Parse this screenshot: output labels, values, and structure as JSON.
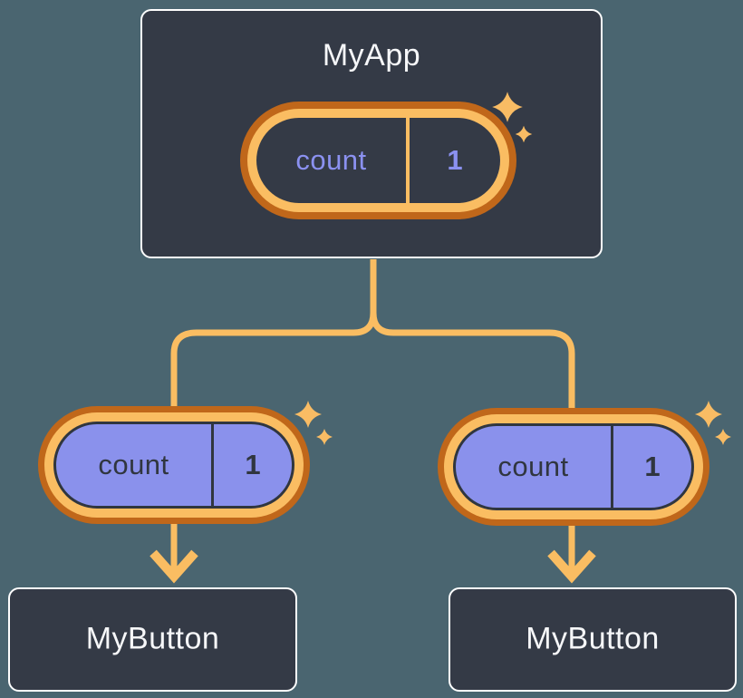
{
  "diagram": {
    "type": "component-tree",
    "root": {
      "title": "MyApp",
      "state": {
        "label": "count",
        "value": "1"
      }
    },
    "children": [
      {
        "title": "MyButton",
        "state": {
          "label": "count",
          "value": "1"
        }
      },
      {
        "title": "MyButton",
        "state": {
          "label": "count",
          "value": "1"
        }
      }
    ]
  },
  "colors": {
    "background": "#4A6570",
    "node_fill": "#343A46",
    "node_border": "#FFFFFF",
    "node_text": "#F6F7F9",
    "pill_ring_outer": "#C0671A",
    "pill_ring_inner": "#FABD62",
    "pill_fill_child": "#8A91EC",
    "pill_text_root": "#8B91F0",
    "pill_text_child": "#30363F",
    "connector": "#FABD62",
    "sparkle": "#F9BC64"
  }
}
